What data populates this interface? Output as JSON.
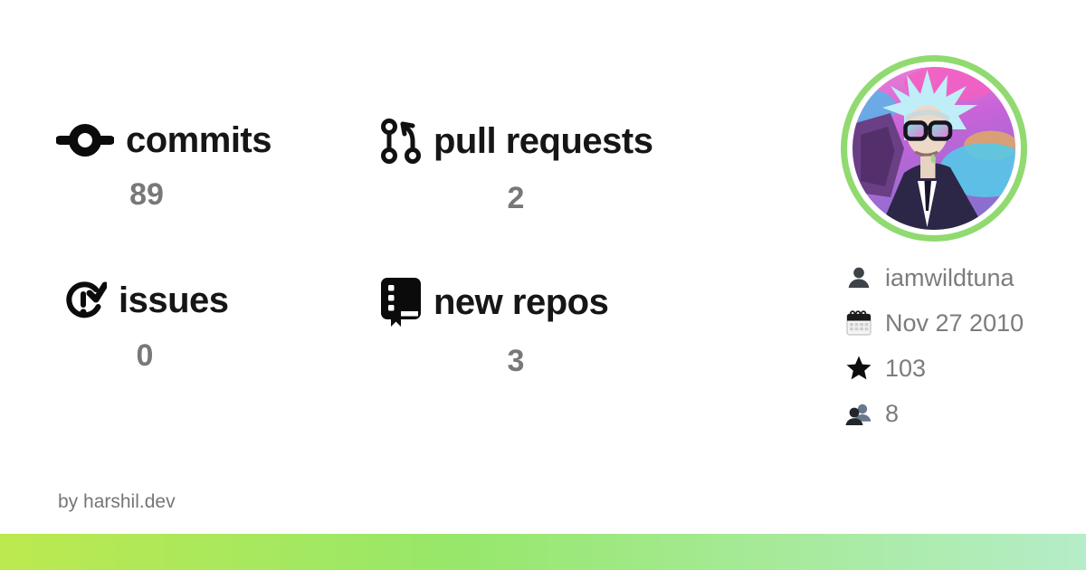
{
  "card": {
    "stats": [
      {
        "label": "commits",
        "value": "89",
        "icon": "git-commit-icon"
      },
      {
        "label": "pull requests",
        "value": "2",
        "icon": "git-pull-request-icon"
      },
      {
        "label": "issues",
        "value": "0",
        "icon": "issue-closed-icon"
      },
      {
        "label": "new repos",
        "value": "3",
        "icon": "repo-icon"
      }
    ],
    "profile": {
      "username": {
        "text": "iamwildtuna",
        "icon": "user-icon"
      },
      "joined": {
        "text": "Nov 27 2010",
        "icon": "calendar-icon"
      },
      "stars": {
        "text": "103",
        "icon": "star-icon"
      },
      "followers": {
        "text": "8",
        "icon": "people-icon"
      }
    },
    "avatar": {
      "description": "circular avatar of cartoon character with green ring"
    },
    "footer": {
      "credit": "by harshil.dev"
    },
    "colors": {
      "background": "#ffffff",
      "label_text": "#161616",
      "count_text": "#787878",
      "profile_text": "#7c7c7c",
      "avatar_ring": "#90da70",
      "gradient_left": "#bce94f",
      "gradient_mid": "#97e76a",
      "gradient_right": "#b5edc8"
    }
  }
}
